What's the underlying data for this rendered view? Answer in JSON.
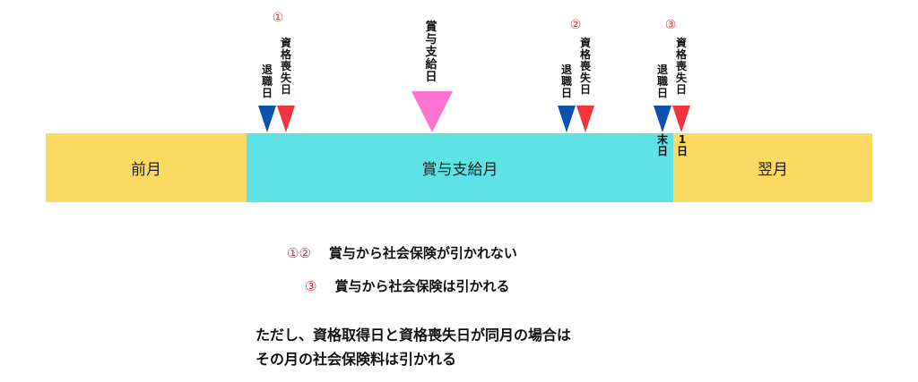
{
  "colors": {
    "prev_month": "#fbd962",
    "bonus_month": "#5de2e5",
    "next_month": "#fbd962",
    "retire_marker": "#0d52b0",
    "loss_marker": "#f4343d",
    "bonus_marker": "#ff74d1",
    "circle_number": "#e8323a"
  },
  "timeline": {
    "prev_month": "前月",
    "bonus_month": "賞与支給月",
    "next_month": "翌月"
  },
  "markers": {
    "bonus_date": "賞与支給日",
    "case1": {
      "number": "①",
      "retire": "退職日",
      "loss": "資格喪失日"
    },
    "case2": {
      "number": "②",
      "retire": "退職日",
      "loss": "資格喪失日"
    },
    "case3": {
      "number": "③",
      "retire": "退職日",
      "loss": "資格喪失日",
      "month_end": "末日",
      "first_day": "1日"
    }
  },
  "legend": [
    {
      "marks": "①②",
      "text": "賞与から社会保険が引かれない"
    },
    {
      "marks": "③",
      "text": "賞与から社会保険は引かれる"
    }
  ],
  "note": {
    "line1": "ただし、資格取得日と資格喪失日が同月の場合は",
    "line2": "その月の社会保険料は引かれる"
  }
}
